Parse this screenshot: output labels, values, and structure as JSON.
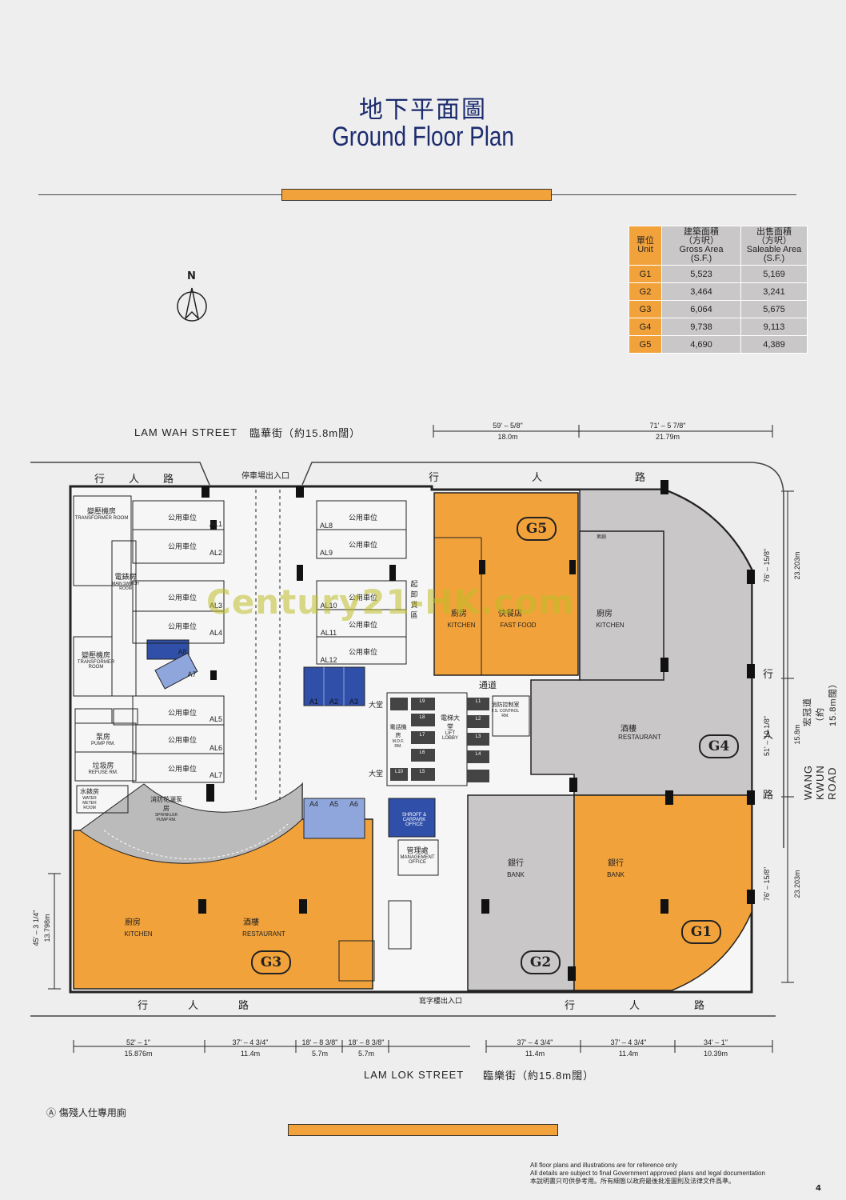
{
  "title_zh": "地下平面圖",
  "title_en": "Ground Floor Plan",
  "colors": {
    "orange": "#f2a23a",
    "grey": "#c9c7c8",
    "blue": "#2f4fa8",
    "light_blue": "#8fa6dc",
    "navy": "#1c2c6e"
  },
  "compass_label": "N",
  "area_table": {
    "headers": [
      "單位 Unit",
      "建築面積 （方呎） Gross Area (S.F.)",
      "出售面積 （方呎） Saleable Area (S.F.)"
    ],
    "header_unit": [
      "單位",
      "Unit"
    ],
    "header_gross": [
      "建築面積",
      "（方呎）",
      "Gross Area",
      "(S.F.)"
    ],
    "header_saleable": [
      "出售面積",
      "（方呎）",
      "Saleable Area",
      "(S.F.)"
    ],
    "rows": [
      {
        "unit": "G1",
        "gross": "5,523",
        "saleable": "5,169"
      },
      {
        "unit": "G2",
        "gross": "3,464",
        "saleable": "3,241"
      },
      {
        "unit": "G3",
        "gross": "6,064",
        "saleable": "5,675"
      },
      {
        "unit": "G4",
        "gross": "9,738",
        "saleable": "9,113"
      },
      {
        "unit": "G5",
        "gross": "4,690",
        "saleable": "4,389"
      }
    ]
  },
  "streets": {
    "north_en": "LAM WAH STREET",
    "north_zh": "臨華街（約15.8m闊）",
    "south_en": "LAM LOK STREET",
    "south_zh": "臨樂街（約15.8m闊）",
    "east_en": "WANG KWUN ROAD",
    "east_zh": "宏冠道（約15.8m闊）"
  },
  "pedestrian": [
    "行",
    "人",
    "路"
  ],
  "top_dims": [
    {
      "imp": "59' – 5/8\"",
      "met": "18.0m"
    },
    {
      "imp": "71' – 5 7/8\"",
      "met": "21.79m"
    }
  ],
  "bottom_dims": [
    {
      "imp": "52' – 1\"",
      "met": "15.876m"
    },
    {
      "imp": "37' – 4 3/4\"",
      "met": "11.4m"
    },
    {
      "imp": "18' – 8 3/8\"",
      "met": "5.7m"
    },
    {
      "imp": "18' – 8 3/8\"",
      "met": "5.7m"
    },
    {
      "imp": "37' – 4 3/4\"",
      "met": "11.4m"
    },
    {
      "imp": "37' – 4 3/4\"",
      "met": "11.4m"
    },
    {
      "imp": "34' – 1\"",
      "met": "10.39m"
    }
  ],
  "right_dims": [
    {
      "imp": "76' – 15/8\"",
      "met": "23.203m"
    },
    {
      "imp": "51' – 10 1/8\"",
      "met": "15.8m"
    },
    {
      "imp": "76' – 15/8\"",
      "met": "23.203m"
    }
  ],
  "left_dim": {
    "imp": "45' – 3 1/4\"",
    "met": "13.798m"
  },
  "entrances": {
    "carpark": "停車場出入口",
    "office": "寫字樓出入口"
  },
  "units": {
    "G1": {
      "zh": "銀行",
      "en": "BANK"
    },
    "G2": {
      "zh": "銀行",
      "en": "BANK"
    },
    "G3": {
      "zh": "酒樓",
      "en": "RESTAURANT",
      "kitchen_zh": "廚房",
      "kitchen_en": "KITCHEN"
    },
    "G4": {
      "zh": "酒樓",
      "en": "RESTAURANT",
      "kitchen_zh": "廚房",
      "kitchen_en": "KITCHEN"
    },
    "G5": {
      "zh": "快餐店",
      "en": "FAST FOOD",
      "kitchen_zh": "廚房",
      "kitchen_en": "KITCHEN"
    }
  },
  "rooms": {
    "transformer_zh": "變壓機房",
    "transformer_en": "TRANSFORMER ROOM",
    "switch_zh": "電錶房",
    "switch_en": "MAIN SWITCH ROOM",
    "pump_zh": "泵房",
    "pump_en": "PUMP RM.",
    "refuse_zh": "垃圾房",
    "refuse_en": "REFUSE RM.",
    "water_zh": "水錶房",
    "water_en": "WATER METER ROOM",
    "sprinkler_zh": "消防花灑泵房",
    "sprinkler_en": "SPRINKLER PUMP RM.",
    "loading_zh": "起卸貨區",
    "lobby_zh": "大堂",
    "lift_zh": "電梯大堂",
    "lift_en": "LIFT LOBBY",
    "mdf_zh": "電話機房",
    "mdf_en": "M.D.F. RM.",
    "fs_zh": "消防控制室",
    "fs_en": "F.S. CONTROL RM.",
    "shroff_en": "SHROFF & CARPARK OFFICE",
    "mgmt_zh": "管理處",
    "mgmt_en": "MANAGEMENT OFFICE",
    "passage_zh": "通道",
    "wc_zh": "男廁"
  },
  "parking_label": "公用車位",
  "parking_left": [
    "AL1",
    "AL2",
    "AL3",
    "AL4",
    "AL5",
    "AL6",
    "AL7"
  ],
  "parking_mid": [
    "AL8",
    "AL9",
    "AL10",
    "AL11",
    "AL12"
  ],
  "parking_blue": [
    "A1",
    "A2",
    "A3",
    "A4",
    "A5",
    "A6",
    "A7",
    "A8"
  ],
  "lifts": [
    "L1",
    "L2",
    "L3",
    "L4",
    "L5",
    "L6",
    "L7",
    "L8",
    "L9",
    "L10"
  ],
  "watermark": "Century21-HK.com",
  "legend": "傷殘人仕專用廁",
  "legend_symbol": "Ⓐ",
  "notes": [
    "All floor plans and illustrations are for reference only",
    "All details are subject to final Government approved plans and legal documentation",
    "本說明書只可供參考用。所有細態以政府最後批准圖則及法律文件爲準。"
  ],
  "page_number": "4"
}
